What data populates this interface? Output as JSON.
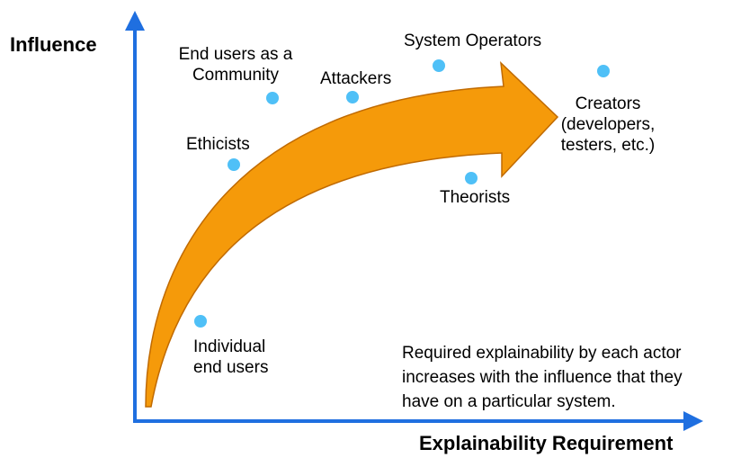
{
  "axes": {
    "y_label": "Influence",
    "x_label": "Explainability Requirement"
  },
  "actors": [
    {
      "id": "end-users-community",
      "label": "End users as a\nCommunity"
    },
    {
      "id": "attackers",
      "label": "Attackers"
    },
    {
      "id": "system-operators",
      "label": "System Operators"
    },
    {
      "id": "creators",
      "label": "Creators\n(developers,\ntesters, etc.)"
    },
    {
      "id": "ethicists",
      "label": "Ethicists"
    },
    {
      "id": "theorists",
      "label": "Theorists"
    },
    {
      "id": "individual-end-users",
      "label": "Individual\nend users"
    }
  ],
  "note": "Required explainability by each actor\nincreases with the influence that they\nhave on a particular system.",
  "colors": {
    "axis": "#1f6fe0",
    "arrow_fill": "#f59a0a",
    "arrow_stroke": "#c06a00",
    "dot": "#4fc0f7"
  }
}
